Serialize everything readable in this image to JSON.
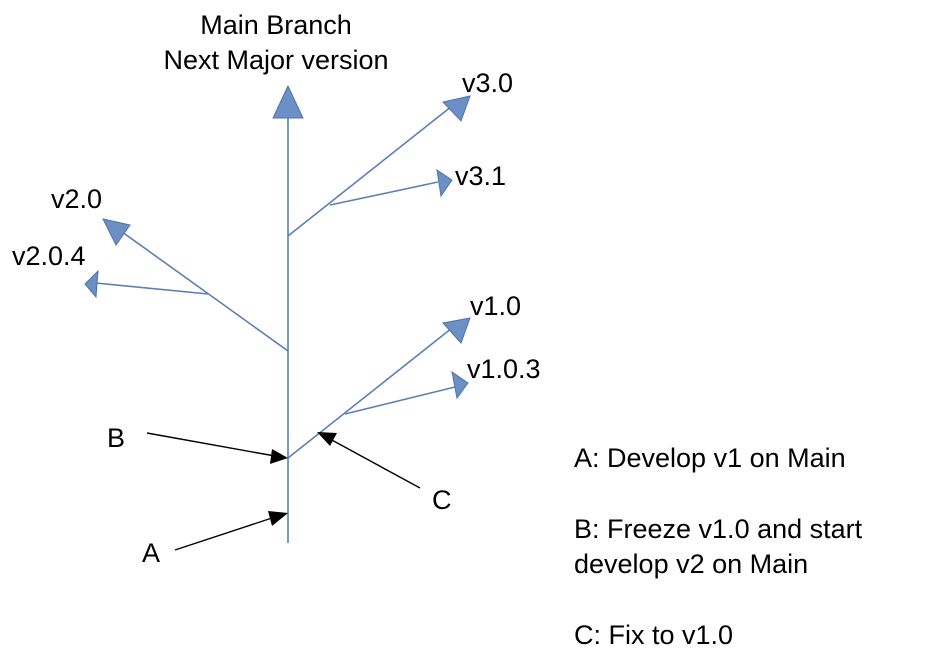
{
  "title": {
    "line1": "Main Branch",
    "line2": "Next Major version"
  },
  "versions": {
    "v3_0": "v3.0",
    "v3_1": "v3.1",
    "v2_0": "v2.0",
    "v2_0_4": "v2.0.4",
    "v1_0": "v1.0",
    "v1_0_3": "v1.0.3"
  },
  "markers": {
    "a": "A",
    "b": "B",
    "c": "C"
  },
  "legend": {
    "a": "A: Develop v1 on Main",
    "b_line1": "B: Freeze v1.0 and start",
    "b_line2": "develop v2 on Main",
    "c": "C: Fix to v1.0"
  },
  "colors": {
    "branch": "#5b7fb5",
    "branch_fill": "#6c8fc6",
    "pointer": "#000000",
    "text": "#000000"
  }
}
